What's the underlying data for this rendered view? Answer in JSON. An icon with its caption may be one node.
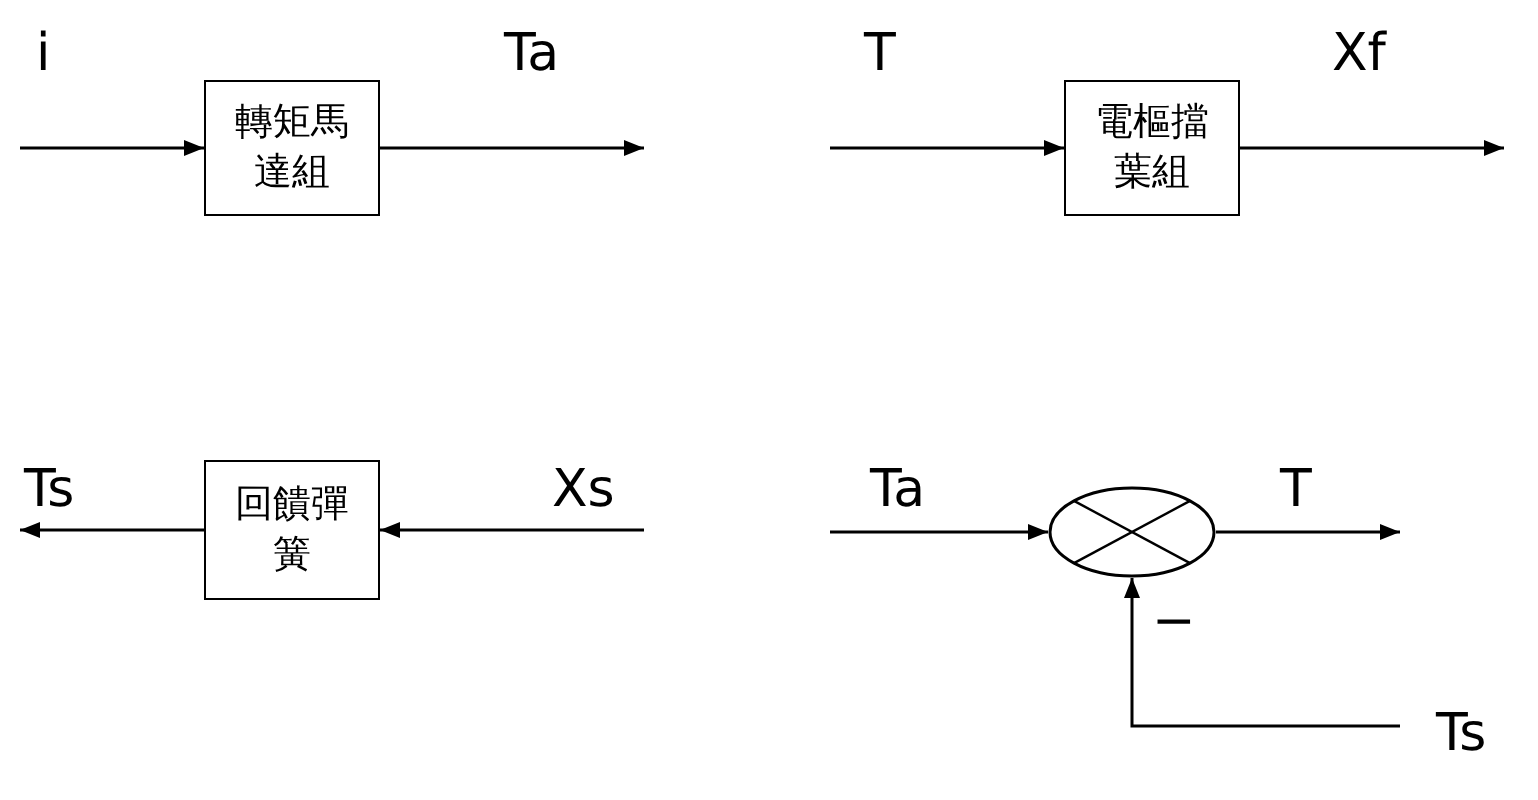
{
  "diagram": {
    "nodes": [
      {
        "text": [
          "轉矩馬達組"
        ]
      },
      {
        "text": [
          "電樞擋葉組"
        ]
      },
      {
        "text": [
          "回饋彈簧"
        ]
      },
      {
        "text": [],
        "shape": "circle"
      }
    ],
    "edges": [
      {
        "from": null,
        "to": 0,
        "arrow": "to",
        "label": "i"
      },
      {
        "from": 0,
        "to": null,
        "arrow": "to",
        "label": "Ta"
      },
      {
        "from": null,
        "to": 1,
        "arrow": "to",
        "label": "T"
      },
      {
        "from": 1,
        "to": null,
        "arrow": "to",
        "label": "Xf"
      },
      {
        "from": 2,
        "to": null,
        "arrow": "to",
        "label": "Ts"
      },
      {
        "from": null,
        "to": 2,
        "arrow": "to",
        "label": "Xs"
      },
      {
        "from": null,
        "to": 3,
        "arrow": "to",
        "label": "Ta"
      },
      {
        "from": 3,
        "to": null,
        "arrow": "to",
        "label": "T"
      },
      {
        "from": null,
        "to": 3,
        "arrow": "to",
        "label": "Ts"
      }
    ],
    "labels": [
      "−"
    ]
  }
}
